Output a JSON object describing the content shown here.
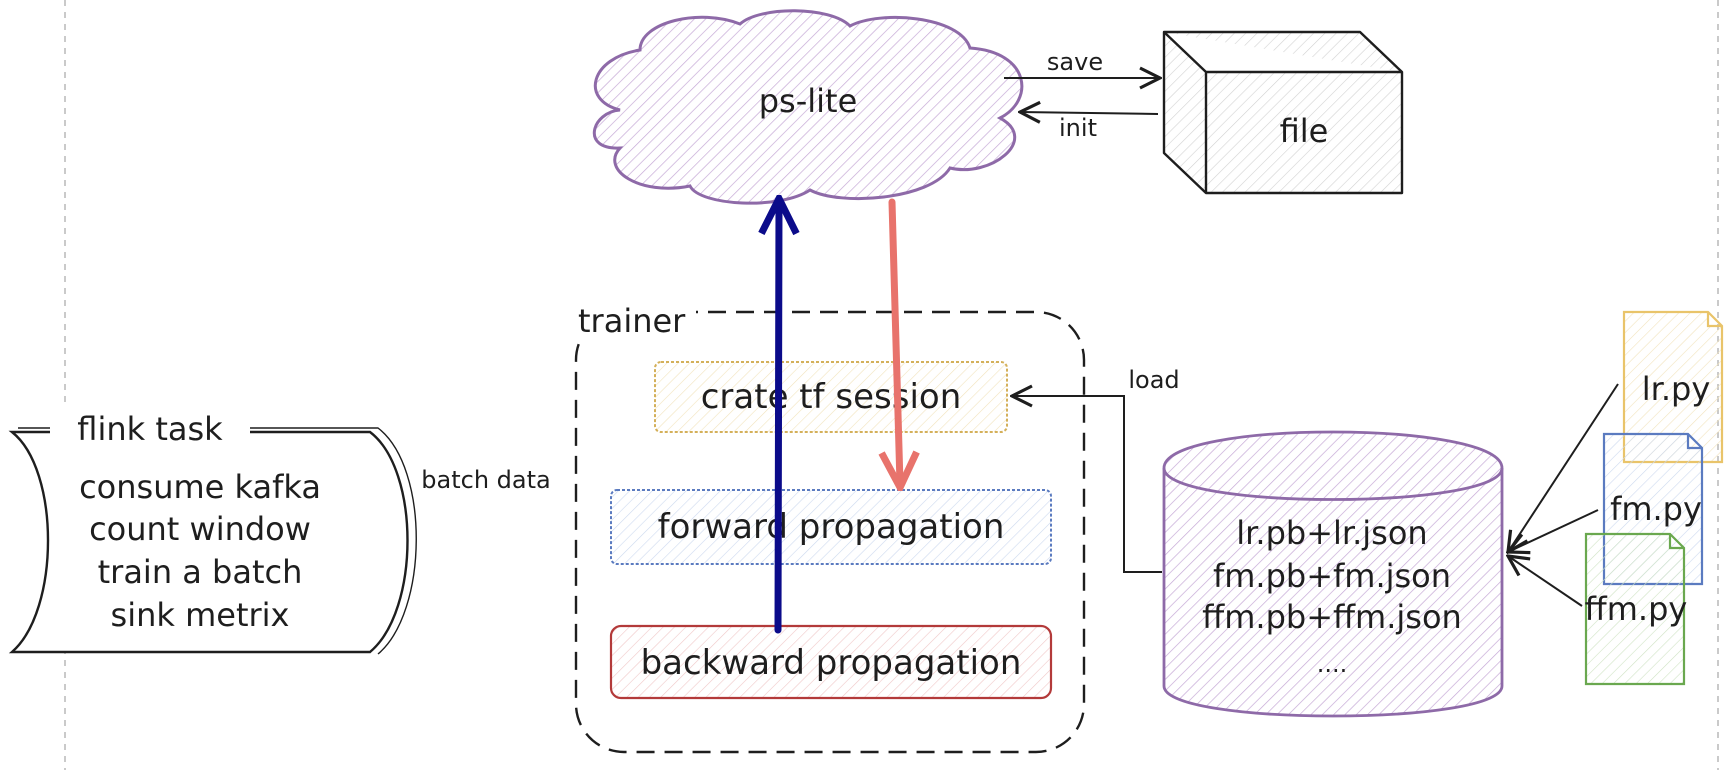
{
  "nodes": {
    "ps_lite": {
      "label": "ps-lite"
    },
    "file": {
      "label": "file"
    },
    "trainer": {
      "label": "trainer"
    },
    "create_session": {
      "label": "crate tf session"
    },
    "forward": {
      "label": "forward propagation"
    },
    "backward": {
      "label": "backward propagation"
    },
    "flink": {
      "title": "flink task",
      "lines": [
        "consume kafka",
        "count window",
        "train a batch",
        "sink metrix"
      ]
    },
    "model_store": {
      "lines": [
        "lr.pb+lr.json",
        "fm.pb+fm.json",
        "ffm.pb+ffm.json",
        "...."
      ]
    },
    "scripts": [
      {
        "label": "lr.py",
        "color": "#e9c46a"
      },
      {
        "label": "fm.py",
        "color": "#5b7bc0"
      },
      {
        "label": "ffm.py",
        "color": "#6aa84f"
      }
    ]
  },
  "edges": {
    "save": "save",
    "init": "init",
    "load": "load",
    "batch_data": "batch data"
  },
  "colors": {
    "ps_lite": "#8e6aa8",
    "model_store": "#8e6aa8",
    "create_session": "#d4b05a",
    "forward": "#5b7bc0",
    "backward": "#b33a3a",
    "up_arrow": "#0b0b8a",
    "down_arrow": "#e8736c"
  }
}
